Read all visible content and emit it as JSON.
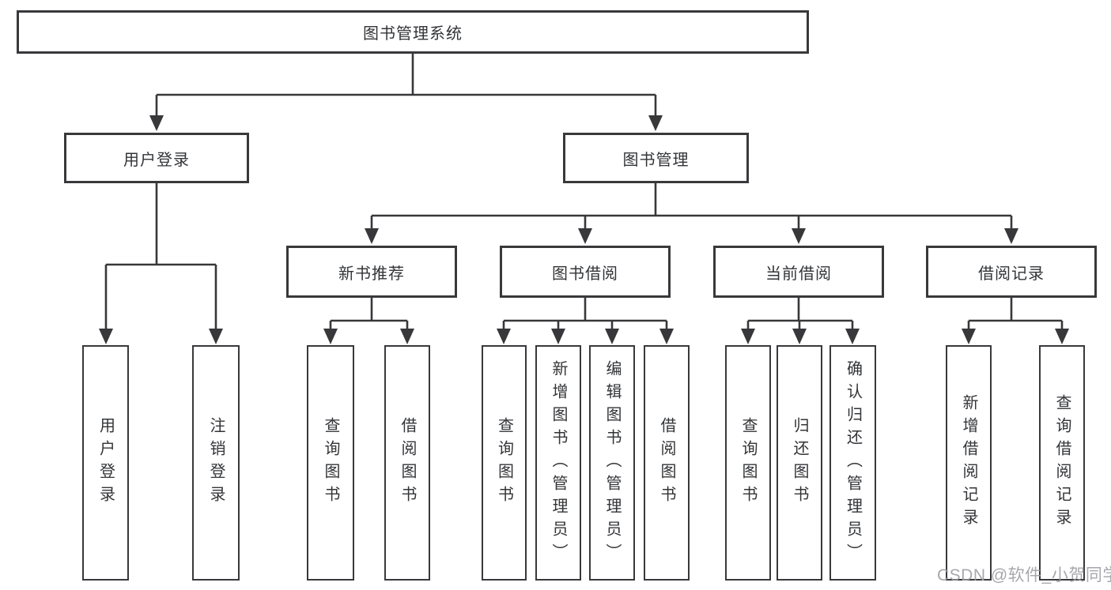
{
  "diagram": {
    "title": "图书管理系统",
    "level2": {
      "user_login": "用户登录",
      "book_management": "图书管理"
    },
    "level3": {
      "new_book_recommend": "新书推荐",
      "book_borrow": "图书借阅",
      "current_borrow": "当前借阅",
      "borrow_records": "借阅记录"
    },
    "leaves": {
      "user_login_leaf": "用户登录",
      "logout": "注销登录",
      "rec_query_books": "查询图书",
      "rec_borrow_books": "借阅图书",
      "bb_query_books": "查询图书",
      "bb_add_books": "新增图书（管理员）",
      "bb_edit_books": "编辑图书（管理员）",
      "bb_borrow_books": "借阅图书",
      "cb_query_books": "查询图书",
      "cb_return_books": "归还图书",
      "cb_confirm_return": "确认归还（管理员）",
      "br_add_record": "新增借阅记录",
      "br_query_record": "查询借阅记录"
    }
  },
  "colors": {
    "line": "#38383b",
    "text": "#333437",
    "watermark": "#9b9ba2"
  },
  "watermark": "CSDN @软件_小贺同学"
}
